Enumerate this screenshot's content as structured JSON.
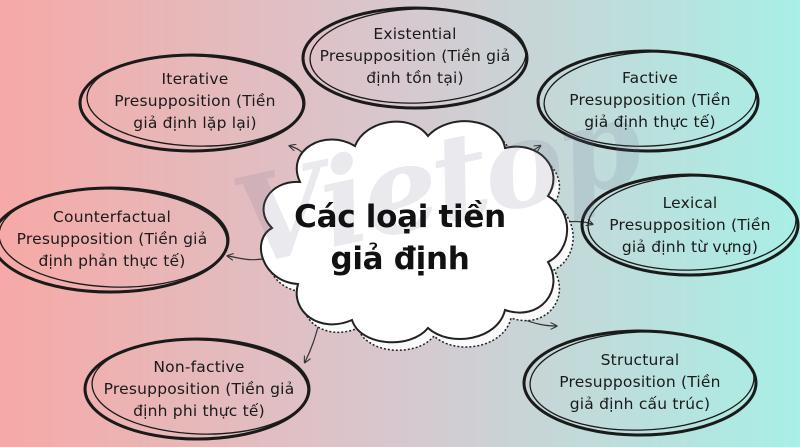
{
  "colors": {
    "gradient_left": "#f6a9a6",
    "gradient_right": "#a8efe6",
    "ink": "#1a1a1a"
  },
  "watermark": "Vietop",
  "center": {
    "line1": "Các loại tiền",
    "line2": "giả định"
  },
  "bubbles": {
    "existential": {
      "lines": [
        "Existential",
        "Presupposition (Tiền giả",
        "định tồn tại)"
      ]
    },
    "iterative": {
      "lines": [
        "Iterative",
        "Presupposition (Tiền",
        "giả định lặp lại)"
      ]
    },
    "factive": {
      "lines": [
        "Factive",
        "Presupposition (Tiền",
        "giả định thực tế)"
      ]
    },
    "counterfactual": {
      "lines": [
        "Counterfactual",
        "Presupposition (Tiền giả",
        "định phản thực tế)"
      ]
    },
    "lexical": {
      "lines": [
        "Lexical",
        "Presupposition (Tiền",
        "giả định từ vựng)"
      ]
    },
    "non_factive": {
      "lines": [
        "Non-factive",
        "Presupposition (Tiền giả",
        "định phi thực tế)"
      ]
    },
    "structural": {
      "lines": [
        "Structural",
        "Presupposition (Tiền",
        "giả định cấu trúc)"
      ]
    }
  }
}
